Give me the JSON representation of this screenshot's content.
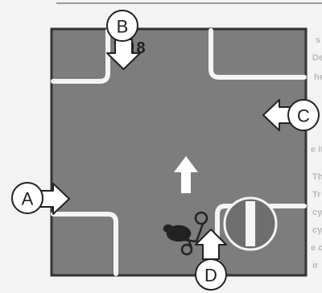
{
  "labels": {
    "a": "A",
    "b": "B",
    "c": "C",
    "d": "D"
  },
  "speed_marking": "8",
  "bleed_text": {
    "line1": "s",
    "line2": "De",
    "line3": "he",
    "line4": "e it",
    "line5": "Th",
    "line6": "Tr",
    "line7": "cy",
    "line8": "cy",
    "line9": "e c",
    "line10": "ir"
  },
  "colors": {
    "road": "#7d7d7d",
    "road_border": "#333333",
    "marking": "#f4f4f4",
    "arrow": "#ffffff",
    "label_circle_fill": "#ffffff",
    "no_entry_red": "#6e6e6e"
  },
  "icons": {
    "straight_ahead": "up-arrow-road-marking",
    "cyclist": "bicycle-icon",
    "no_entry": "no-entry-sign-icon"
  }
}
